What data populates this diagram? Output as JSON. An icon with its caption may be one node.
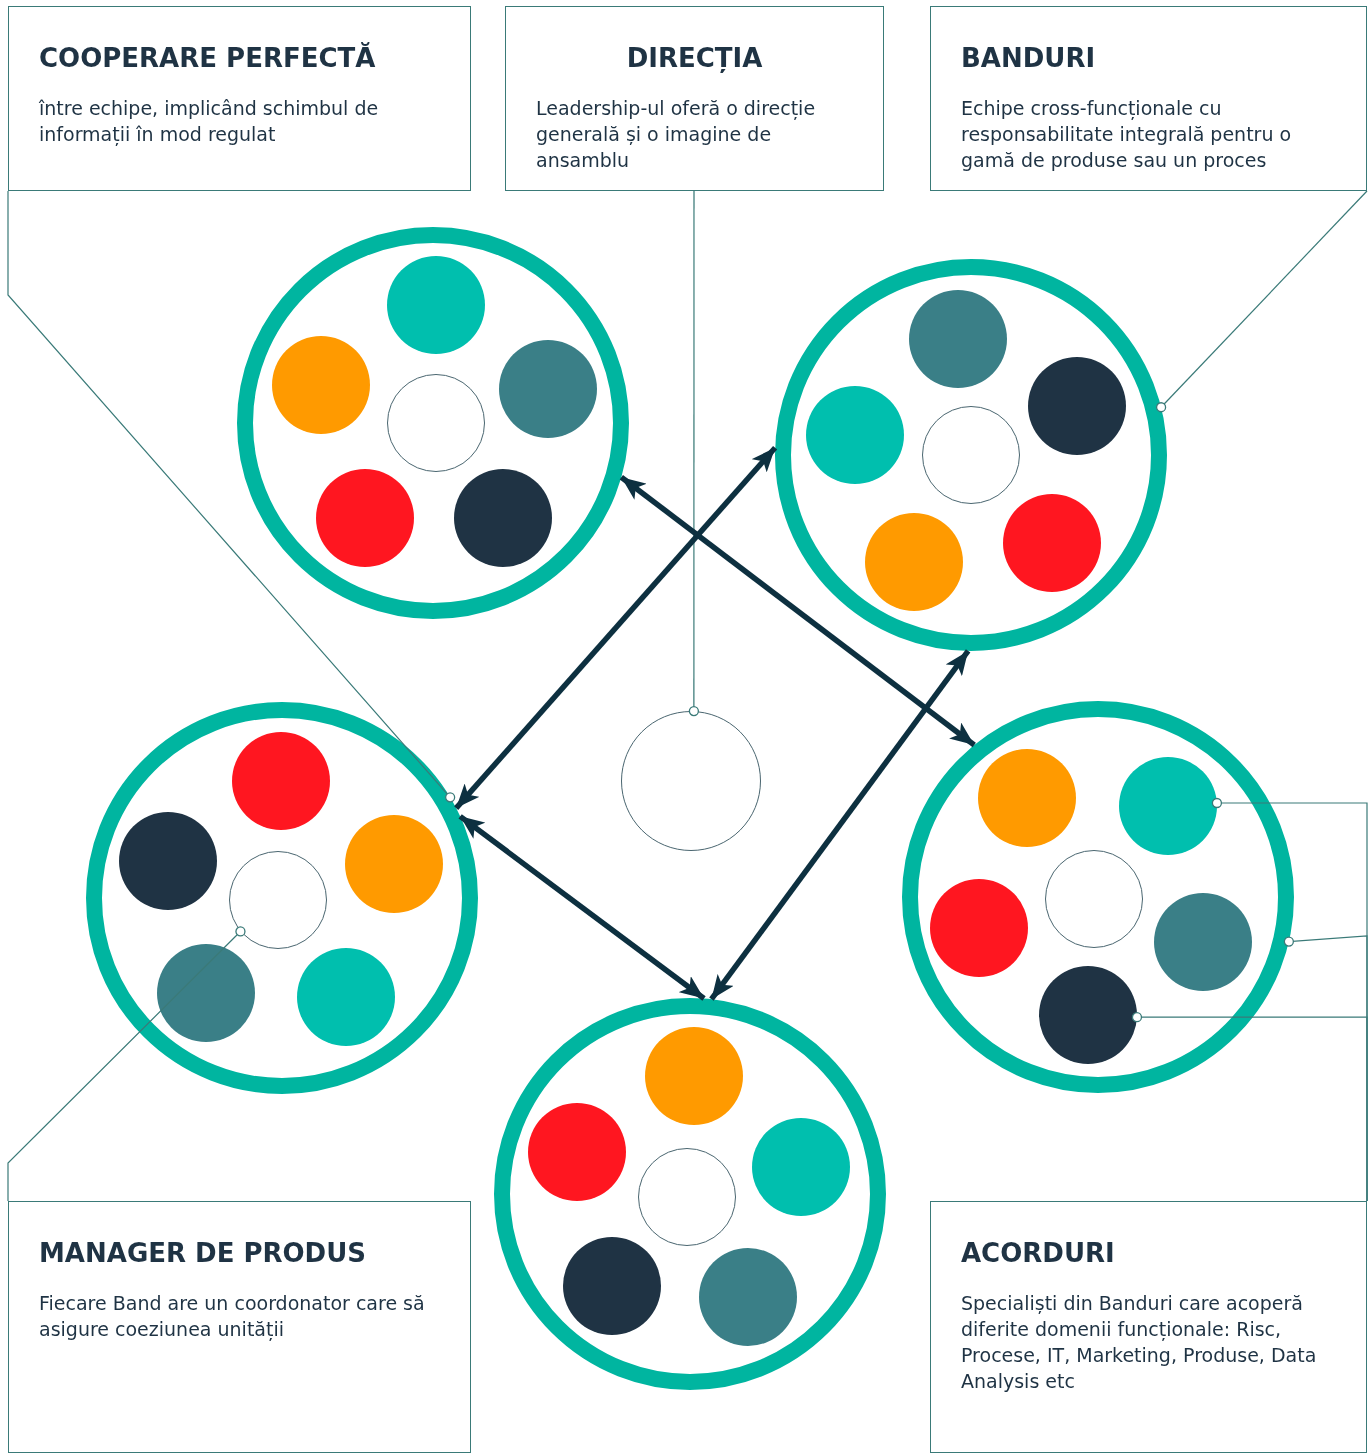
{
  "diagram": {
    "nodes": [
      {
        "text": [
          "COOPERARE PERFECTĂ",
          "între echipe, implicând schimbul de informații în mod regulat"
        ]
      },
      {
        "text": [
          "DIRECȚIA",
          "Leadership-ul oferă o direcție generală și o imagine de ansamblu"
        ]
      },
      {
        "text": [
          "BANDURI",
          "Echipe cross-funcționale cu responsabilitate integrală pentru o gamă de produse sau un proces"
        ]
      },
      {
        "text": [],
        "shape": "circle"
      },
      {
        "text": [],
        "shape": "circle",
        "in": 3
      },
      {
        "text": [],
        "shape": "circle",
        "in": 3
      },
      {
        "text": [],
        "shape": "circle",
        "in": 3
      },
      {
        "text": [],
        "shape": "circle",
        "in": 3
      },
      {
        "text": [],
        "shape": "circle",
        "in": 3
      },
      {
        "text": [],
        "shape": "circle",
        "in": 3
      },
      {
        "text": [],
        "shape": "circle"
      },
      {
        "text": [],
        "shape": "circle",
        "in": 10
      },
      {
        "text": [],
        "shape": "circle",
        "in": 10
      },
      {
        "text": [],
        "shape": "circle",
        "in": 10
      },
      {
        "text": [],
        "shape": "circle",
        "in": 10
      },
      {
        "text": [],
        "shape": "circle",
        "in": 10
      },
      {
        "text": [],
        "shape": "circle",
        "in": 10
      },
      {
        "text": [],
        "shape": "circle"
      },
      {
        "text": [],
        "shape": "circle"
      },
      {
        "text": [],
        "shape": "circle",
        "in": 18
      },
      {
        "text": [],
        "shape": "circle",
        "in": 18
      },
      {
        "text": [],
        "shape": "circle",
        "in": 18
      },
      {
        "text": [],
        "shape": "circle",
        "in": 18
      },
      {
        "text": [],
        "shape": "circle",
        "in": 18
      },
      {
        "text": [],
        "shape": "circle",
        "in": 18
      },
      {
        "text": [],
        "shape": "circle"
      },
      {
        "text": [],
        "shape": "circle",
        "in": 25
      },
      {
        "text": [],
        "shape": "circle",
        "in": 25
      },
      {
        "text": [],
        "shape": "circle",
        "in": 25
      },
      {
        "text": [],
        "shape": "circle",
        "in": 25
      },
      {
        "text": [],
        "shape": "circle",
        "in": 25
      },
      {
        "text": [],
        "shape": "circle",
        "in": 25
      },
      {
        "text": [],
        "shape": "circle"
      },
      {
        "text": [],
        "shape": "circle",
        "in": 32
      },
      {
        "text": [],
        "shape": "circle",
        "in": 32
      },
      {
        "text": [],
        "shape": "circle",
        "in": 32
      },
      {
        "text": [],
        "shape": "circle",
        "in": 32
      },
      {
        "text": [],
        "shape": "circle",
        "in": 32
      },
      {
        "text": [],
        "shape": "circle",
        "in": 32
      },
      {
        "text": [
          "MANAGER DE PRODUS",
          "Fiecare Band are un coordonator care să asigure coeziunea unității"
        ]
      },
      {
        "text": [
          "ACORDURI",
          "Specialiști din Banduri care acoperă diferite domenii funcționale: Risc, Procese, IT, Marketing, Produse, Data Analysis etc"
        ]
      }
    ],
    "edges": [
      {
        "from": 0,
        "to": 18,
        "arrow": "other"
      },
      {
        "from": 1,
        "to": 17,
        "arrow": "other"
      },
      {
        "from": 2,
        "to": 10,
        "arrow": "other"
      },
      {
        "from": 39,
        "to": 22,
        "arrow": "other"
      },
      {
        "from": 40,
        "to": 27,
        "arrow": "other"
      },
      {
        "from": 40,
        "to": 25,
        "arrow": "other"
      },
      {
        "from": 40,
        "to": 31,
        "arrow": "other"
      },
      {
        "from": 18,
        "to": 10,
        "arrow": "both",
        "style": "thick",
        "color": "#0d3040"
      },
      {
        "from": 3,
        "to": 25,
        "arrow": "both",
        "style": "thick",
        "color": "#0d3040"
      },
      {
        "from": 18,
        "to": 32,
        "arrow": "both",
        "style": "thick",
        "color": "#0d3040"
      },
      {
        "from": 32,
        "to": 10,
        "arrow": "both",
        "style": "thick",
        "color": "#0d3040"
      }
    ]
  }
}
